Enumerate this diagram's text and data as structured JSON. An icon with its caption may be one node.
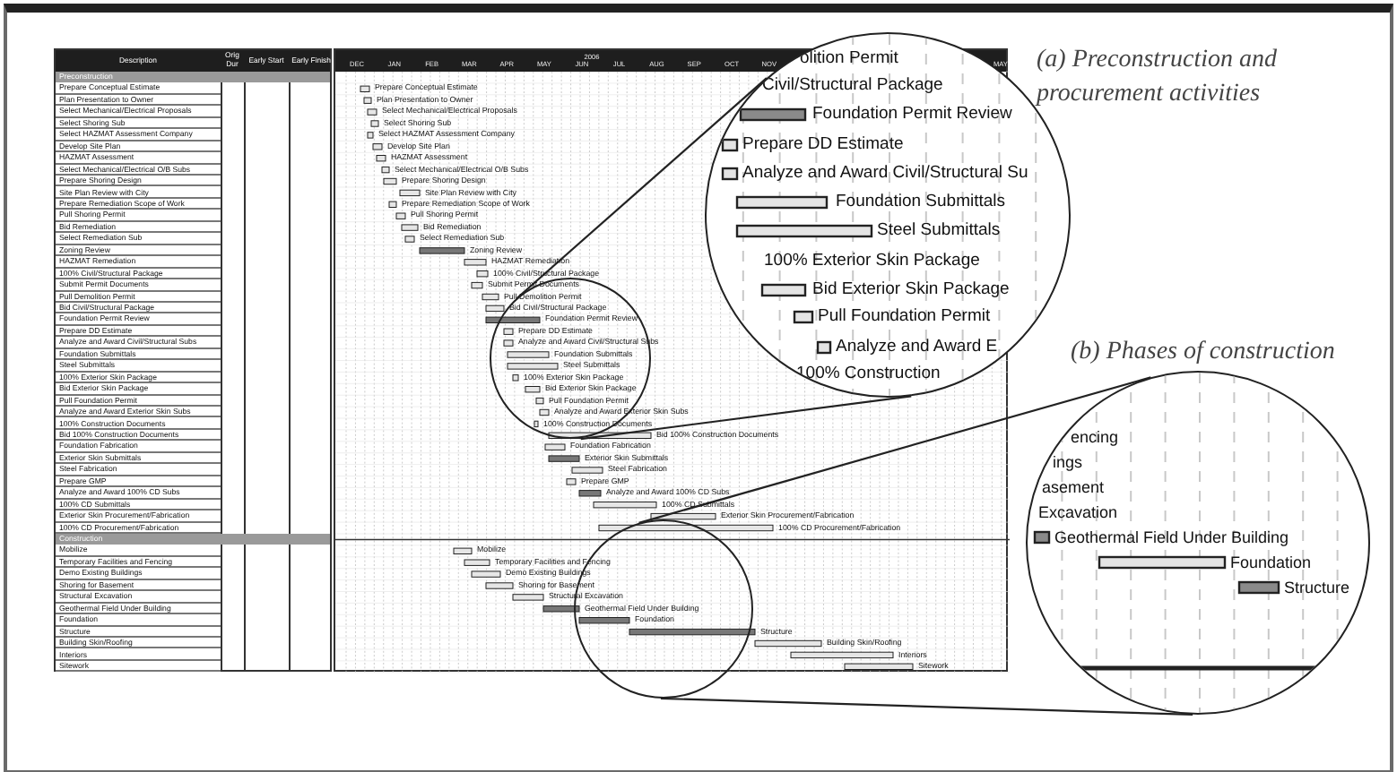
{
  "diagram": {
    "nodes": [
      {
        "text": [
          "olition Permit",
          "Civil/Structural Package",
          "Foundation Permit Review",
          "Prepare DD Estimate",
          "Analyze and Award Civil/Structural Su",
          "Foundation Submittals",
          "Steel Submittals",
          "100% Exterior Skin Package",
          "Bid Exterior Skin Package",
          "Pull Foundation Permit",
          "Analyze and Award E",
          "100% Construction"
        ]
      },
      {
        "text": [],
        "shape": "circle"
      },
      {
        "text": [
          "encing",
          "ings",
          "asement",
          "Excavation",
          "Geothermal Field Under Building",
          "Foundation",
          "Structure"
        ]
      },
      {
        "text": [],
        "shape": "circle"
      }
    ],
    "edges": [
      {
        "from": 1,
        "to": 0,
        "arrow": "none"
      },
      {
        "from": 1,
        "to": 0,
        "arrow": "none"
      },
      {
        "from": 3,
        "to": 2,
        "arrow": "none"
      },
      {
        "from": 3,
        "to": 2,
        "arrow": "none"
      }
    ],
    "labels": [
      "Description",
      "Orig Dur",
      "Early Start",
      "Early Finish",
      "Preconstruction",
      "Prepare Conceptual Estimate",
      "Plan Presentation to Owner",
      "Select Mechanical/Electrical Proposals",
      "Select Shoring Sub",
      "Select HAZMAT Assessment Company",
      "Develop Site Plan",
      "HAZMAT Assessment",
      "Select Mechanical/Electrical O/B Subs",
      "Prepare Shoring Design",
      "Site Plan Review with City",
      "Prepare Remediation Scope of Work",
      "Pull Shoring Permit",
      "Bid Remediation",
      "Select Remediation Sub",
      "Zoning Review",
      "HAZMAT Remediation",
      "100% Civil/Structural Package",
      "Submit Permit Documents",
      "Pull Demolition Permit",
      "Bid Civil/Structural Package",
      "Foundation Permit Review",
      "Prepare DD Estimate",
      "Analyze and Award Civil/Structural Subs",
      "Foundation Submittals",
      "Steel Submittals",
      "100% Exterior Skin Package",
      "Bid Exterior Skin Package",
      "Pull Foundation Permit",
      "Analyze and Award Exterior Skin Subs",
      "100% Construction Documents",
      "Bid 100% Construction Documents",
      "Foundation Fabrication",
      "Exterior Skin Submittals",
      "Steel Fabrication",
      "Prepare GMP",
      "Analyze and Award 100% CD Subs",
      "100% CD Submittals",
      "Exterior Skin Procurement/Fabrication",
      "100% CD Procurement/Fabrication",
      "Construction",
      "Mobilize",
      "Temporary Facilities and Fencing",
      "Demo Existing Buildings",
      "Shoring for Basement",
      "Structural Excavation",
      "Geothermal Field Under Building",
      "Foundation",
      "Structure",
      "Building Skin/Roofing",
      "Interiors",
      "Sitework",
      "DEC",
      "JAN",
      "FEB",
      "MAR",
      "APR",
      "MAY",
      "JUN",
      "JUL",
      "AUG",
      "SEP",
      "OCT",
      "NOV",
      "MAY",
      "2006",
      "Prepare Conceptual Estimate",
      "Plan Presentation to Owner",
      "Select Mechanical/Electrical Proposals",
      "Select Shoring Sub",
      "Select HAZMAT Assessment Company",
      "Develop Site Plan",
      "HAZMAT Assessment",
      "Select Mechanical/Electrical O/B Subs",
      "Prepare Shoring Design",
      "Site Plan Review with City",
      "Prepare Remediation Scope of Work",
      "Pull Shoring Permit",
      "Bid Remediation",
      "Select Remediation Sub",
      "Zoning Review",
      "HAZMAT Remediation",
      "100% Civil/Structural Package",
      "Submit Permit Documents",
      "Pull Demolition Permit",
      "Bid Civil/Structural Package",
      "Foundation Permit Review",
      "Prepare DD Estimate",
      "Analyze and Award Civil/Structural Subs",
      "Foundation Submittals",
      "Steel Submittals",
      "100% Exterior Skin Package",
      "Bid Exterior Skin Package",
      "Pull Foundation Permit",
      "Analyze and Award Exterior Skin Subs",
      "100% Construction Documents",
      "Bid 100% Construction Documents",
      "Foundation Fabrication",
      "Exterior Skin Submittals",
      "Steel Fabrication",
      "Prepare GMP",
      "Analyze and Award 100% CD Subs",
      "100% CD Submittals",
      "Exterior Skin Procurement/Fabrication",
      "100% CD Procurement/Fabrication",
      "Mobilize",
      "Temporary Facilities and Fencing",
      "Demo Existing Buildings",
      "Shoring for Basement",
      "Structural Excavation",
      "Geothermal Field Under Building",
      "Foundation",
      "Structure",
      "Building Skin/Roofing",
      "Interiors",
      "Sitework",
      "(a) Preconstruction and procurement activities",
      "(b) Phases of construction"
    ]
  }
}
